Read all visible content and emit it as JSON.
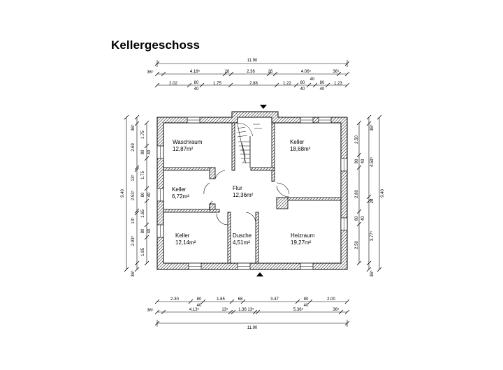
{
  "title": "Kellergeschoss",
  "colors": {
    "wall_hatch": "#000000",
    "background": "#ffffff"
  },
  "rooms": [
    {
      "id": "waschraum",
      "name": "Waschraum",
      "area": "12,87m²"
    },
    {
      "id": "keller-ne",
      "name": "Keller",
      "area": "18,68m²"
    },
    {
      "id": "keller-w",
      "name": "Keller",
      "area": "6,72m²"
    },
    {
      "id": "flur",
      "name": "Flur",
      "area": "12,36m²"
    },
    {
      "id": "keller-sw",
      "name": "Keller",
      "area": "12,14m²"
    },
    {
      "id": "dusche",
      "name": "Dusche",
      "area": "4,51m²"
    },
    {
      "id": "heizraum",
      "name": "Heizraum",
      "area": "19,27m²"
    }
  ],
  "dims_top": {
    "overall": "11.90",
    "row2": [
      "36⁵",
      "4.18⁵",
      "26",
      "2.36",
      "26",
      "4.06⁵",
      "36⁵"
    ],
    "row3_top": [
      "80",
      "80",
      "40",
      "80"
    ],
    "row3": [
      "2.02",
      "1.75",
      "2.88",
      "1.22",
      "1.23"
    ],
    "row3_bottom": [
      "40",
      "40",
      "40"
    ]
  },
  "dims_bottom": {
    "row1": [
      "2.30",
      "1.85",
      "68",
      "3.47",
      "2.00"
    ],
    "row1_openings": [
      "80",
      "80"
    ],
    "row1_sub": [
      "40",
      "40"
    ],
    "row2": [
      "36⁵",
      "4.13⁵",
      "13⁵",
      "1.36",
      "13⁵",
      "5.36⁵",
      "36⁵"
    ],
    "overall": "11.90"
  },
  "dims_left": {
    "overall": "9.40",
    "outer": [
      "36⁵",
      "2.69",
      "13⁵",
      "2.53⁵",
      "13⁵",
      "2.93⁵",
      "36⁵"
    ],
    "inner": [
      "1.75",
      "80",
      "40",
      "1.75",
      "80",
      "40",
      "1.65",
      "80",
      "40",
      "1.85"
    ]
  },
  "dims_right": {
    "overall": "9.40",
    "outer": [
      "36⁵",
      "4.59⁵",
      "26",
      "3.77⁵",
      "36⁵"
    ],
    "inner": [
      "2.50",
      "80",
      "40",
      "2.80",
      "80",
      "40",
      "2.50"
    ]
  }
}
